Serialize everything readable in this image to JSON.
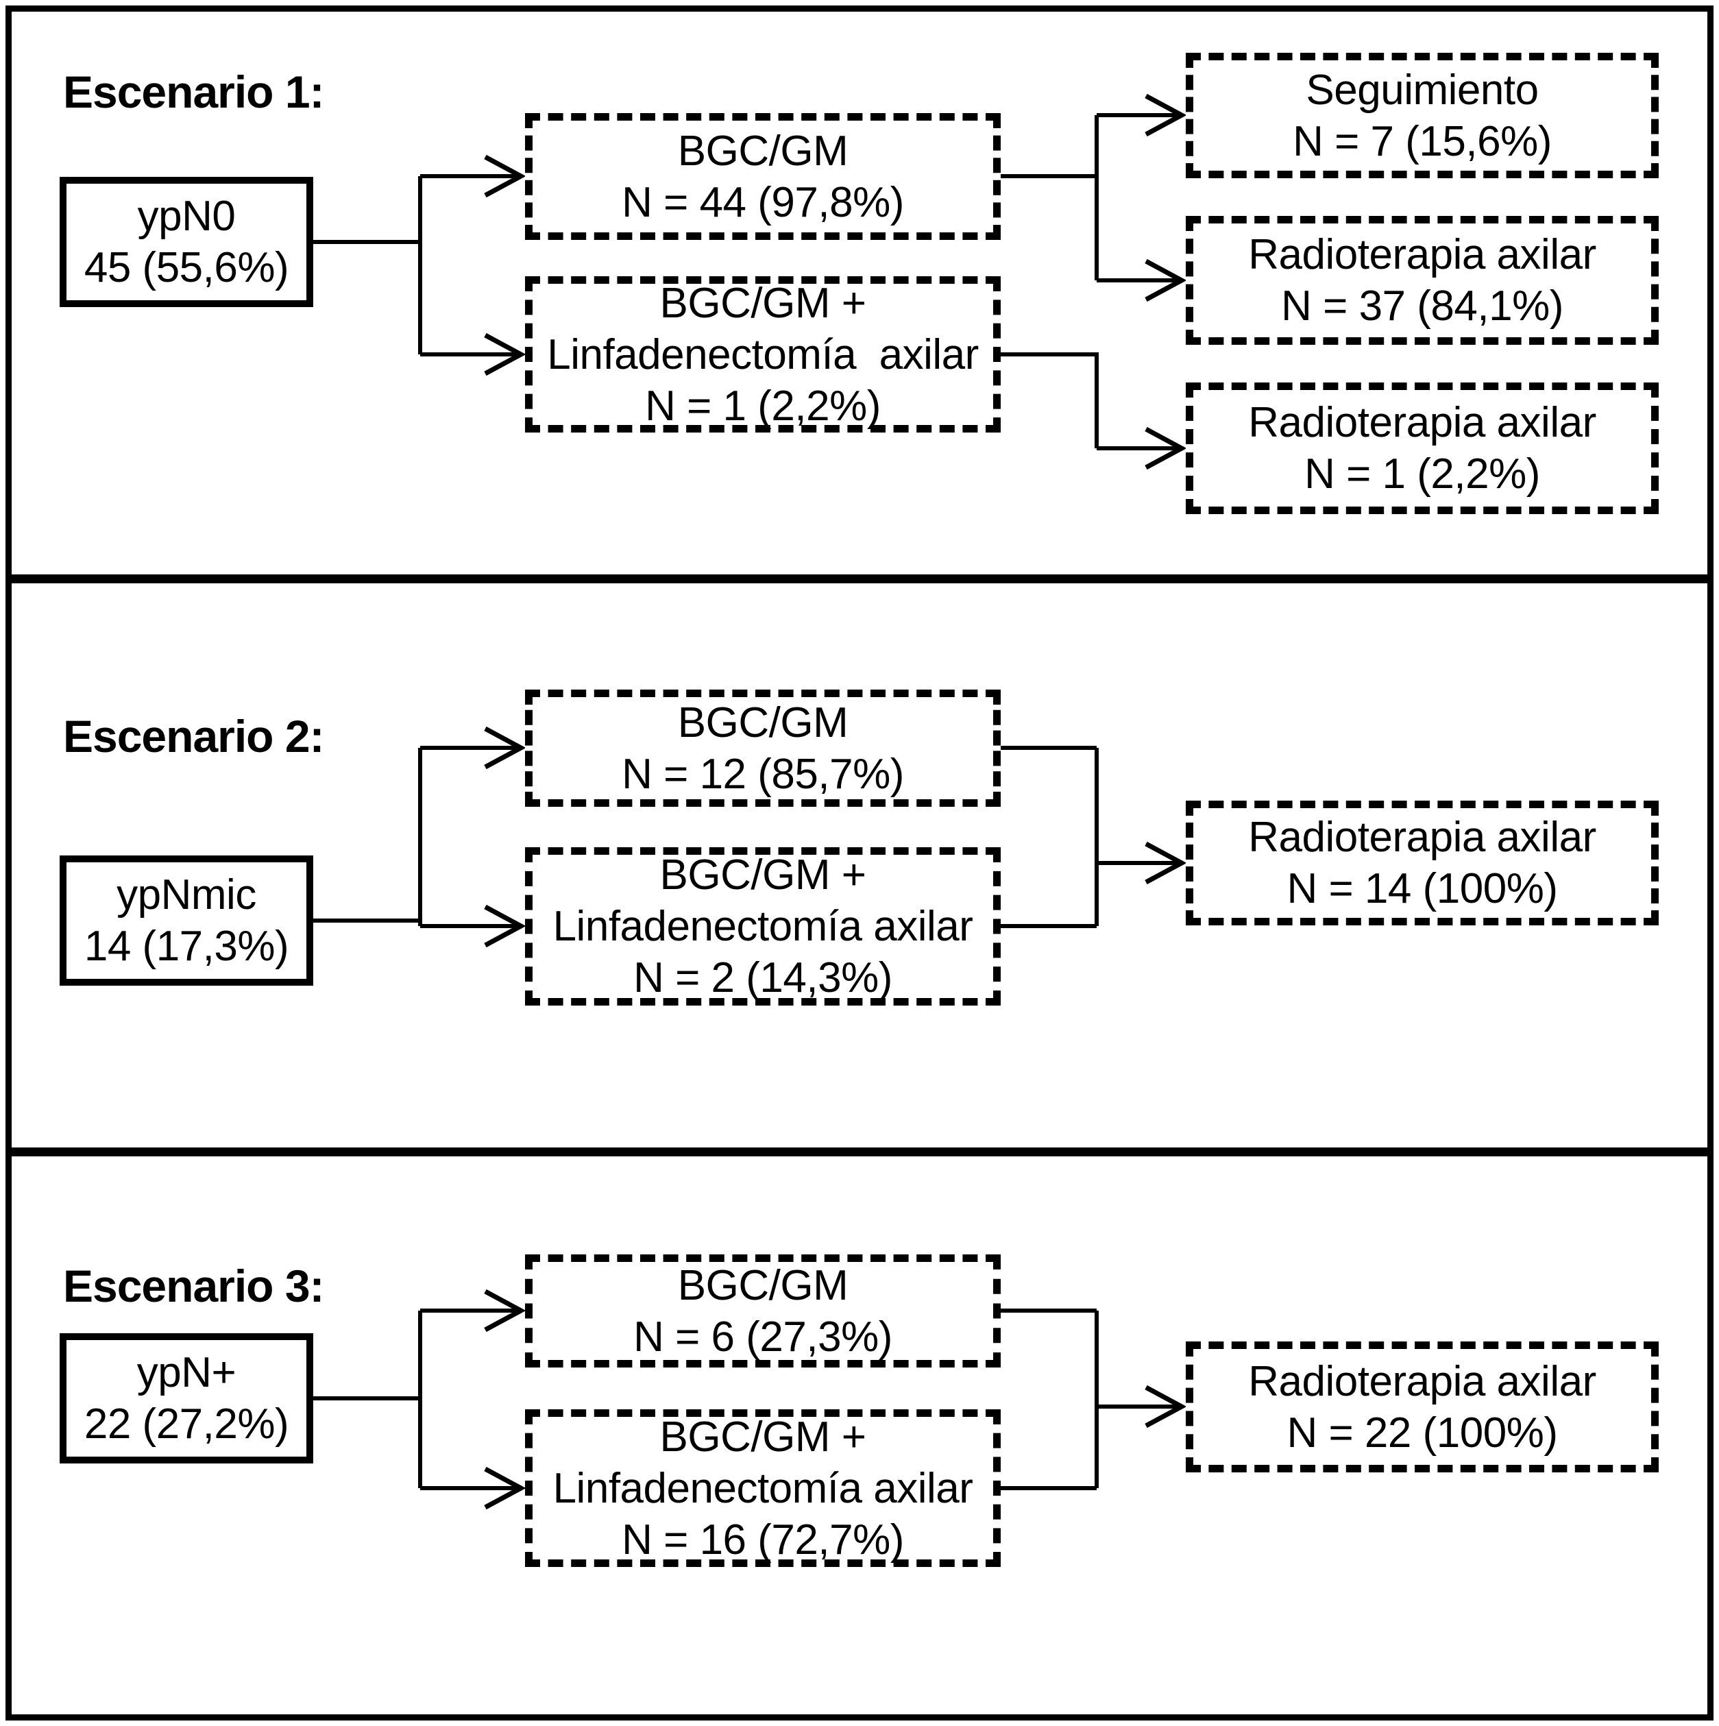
{
  "figure": {
    "colors": {
      "line": "#000000",
      "background": "#ffffff"
    },
    "panels": [
      {
        "title": "Escenario 1:",
        "source": {
          "lines": [
            "ypN0",
            "45 (55,6%)"
          ]
        },
        "procedures": [
          {
            "lines": [
              "BGC/GM",
              "N = 44 (97,8%)"
            ]
          },
          {
            "lines": [
              "BGC/GM +",
              "Linfadenectomía  axilar",
              "N = 1 (2,2%)"
            ]
          }
        ],
        "outcomes": [
          {
            "lines": [
              "Seguimiento",
              "N = 7 (15,6%)"
            ]
          },
          {
            "lines": [
              "Radioterapia axilar",
              "N = 37 (84,1%)"
            ]
          },
          {
            "lines": [
              "Radioterapia axilar",
              "N = 1 (2,2%)"
            ]
          }
        ]
      },
      {
        "title": "Escenario 2:",
        "source": {
          "lines": [
            "ypNmic",
            "14 (17,3%)"
          ]
        },
        "procedures": [
          {
            "lines": [
              "BGC/GM",
              "N = 12 (85,7%)"
            ]
          },
          {
            "lines": [
              "BGC/GM +",
              "Linfadenectomía axilar",
              "N = 2 (14,3%)"
            ]
          }
        ],
        "outcomes": [
          {
            "lines": [
              "Radioterapia axilar",
              "N = 14 (100%)"
            ]
          }
        ]
      },
      {
        "title": "Escenario 3:",
        "source": {
          "lines": [
            "ypN+",
            "22 (27,2%)"
          ]
        },
        "procedures": [
          {
            "lines": [
              "BGC/GM",
              "N = 6 (27,3%)"
            ]
          },
          {
            "lines": [
              "BGC/GM +",
              "Linfadenectomía axilar",
              "N = 16 (72,7%)"
            ]
          }
        ],
        "outcomes": [
          {
            "lines": [
              "Radioterapia axilar",
              "N = 22 (100%)"
            ]
          }
        ]
      }
    ]
  }
}
